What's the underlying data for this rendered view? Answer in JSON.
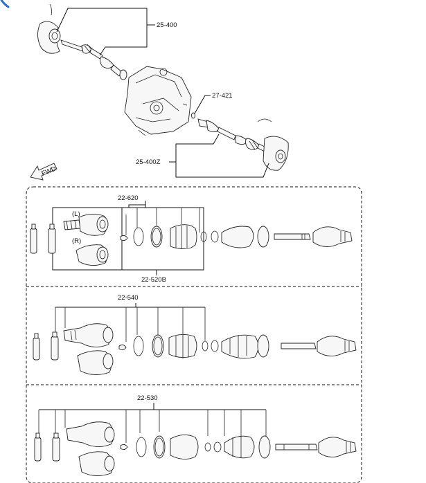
{
  "callouts": {
    "top_shaft": "25-400",
    "clip": "27-421",
    "right_shaft": "25-400Z",
    "fwd": "FWD",
    "kit_a_top": "22-620",
    "kit_a_bottom": "22-520B",
    "kit_b": "22-540",
    "kit_c": "22-530",
    "joint_left": "(L)",
    "joint_right": "(R)"
  }
}
